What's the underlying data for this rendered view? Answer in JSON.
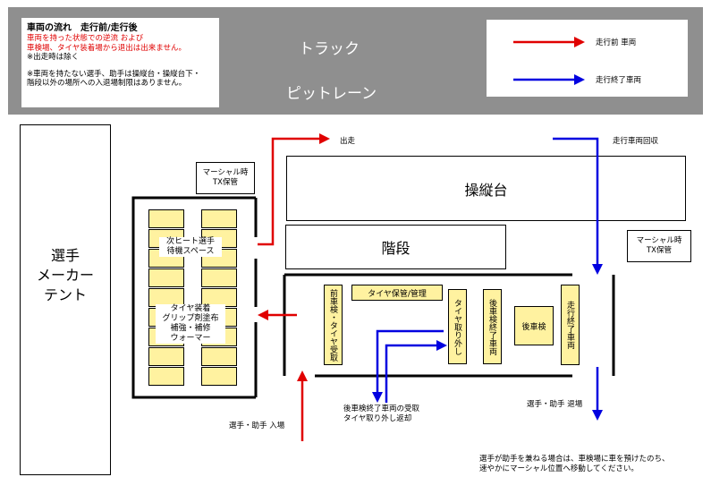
{
  "header": {
    "note_title": "車両の流れ　走行前/走行後",
    "note_red_1": "車両を持った状態での逆流 および",
    "note_red_2": "車検場、タイヤ装着場から退出は出来ません。",
    "note_black_1": "※出走時は除く",
    "note_black_2": "※車両を持たない選手、助手は操縦台・操縦台下・",
    "note_black_3": "階段以外の場所への入退場制限はありません。",
    "track": "トラック",
    "pitlane": "ピットレーン"
  },
  "legend": {
    "red_label": "走行前 車両",
    "blue_label": "走行終了車両",
    "red_color": "#e00000",
    "blue_color": "#0000e0"
  },
  "areas": {
    "tent_line1": "選手",
    "tent_line2": "メーカー",
    "tent_line3": "テント",
    "marshal_left": "マーシャル時\nTX保管",
    "marshal_right": "マーシャル時\nTX保管",
    "driver_stand": "操縦台",
    "stairs": "階段",
    "next_heat": "次ヒート選手\n待機スペース",
    "tire_area": "タイヤ装着\nグリップ剤塗布\n補強・補修\nウォーマー"
  },
  "zones": {
    "pre_inspection": "前車検・タイヤ受取",
    "tire_storage": "タイヤ保管/管理",
    "tire_removal": "タイヤ取り外し",
    "post_inspection_done": "後車検終了車両",
    "post_inspection": "後車検",
    "run_done": "走行終了車両"
  },
  "labels": {
    "start": "出走",
    "collect": "走行車両回収",
    "enter": "選手・助手 入場",
    "exit": "選手・助手 退場",
    "return": "後車検終了車両の受取\nタイヤ取り外し返却",
    "footnote": "選手が助手を兼ねる場合は、車検場に車を預けたのち、\n速やかにマーシャル位置へ移動してください。"
  }
}
